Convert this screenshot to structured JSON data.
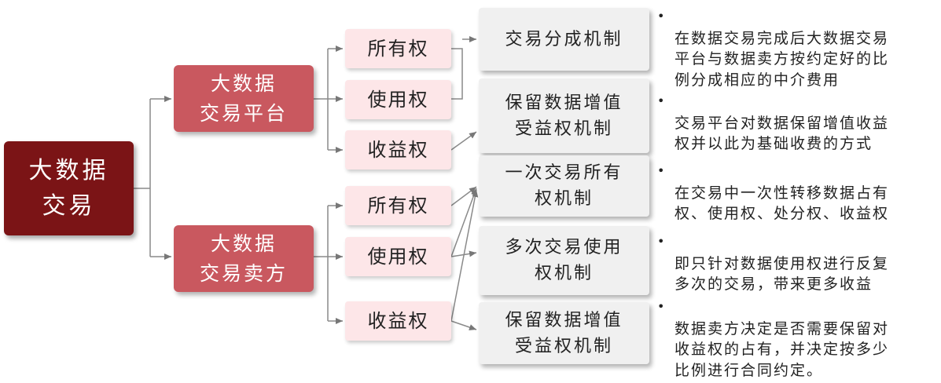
{
  "root": {
    "label": "大数据\n交易"
  },
  "platform": {
    "label": "大数据\n交易平台",
    "rights": [
      "所有权",
      "使用权",
      "收益权"
    ]
  },
  "seller": {
    "label": "大数据\n交易卖方",
    "rights": [
      "所有权",
      "使用权",
      "收益权"
    ]
  },
  "mechanisms": [
    {
      "label": "交易分成机制",
      "desc": "在数据交易完成后大数据交易\n平台与数据卖方按约定好的比\n例分成相应的中介费用"
    },
    {
      "label": "保留数据增值\n受益权机制",
      "desc": "交易平台对数据保留增值收益\n权并以此为基础收费的方式"
    },
    {
      "label": "一次交易所有\n权机制",
      "desc": "在交易中一次性转移数据占有\n权、使用权、处分权、收益权"
    },
    {
      "label": "多次交易使用\n权机制",
      "desc": "即只针对数据使用权进行反复\n多次的交易，带来更多收益"
    },
    {
      "label": "保留数据增值\n受益权机制",
      "desc": "数据卖方决定是否需要保留对\n收益权的占有，并决定按多少\n比例进行合同约定。"
    }
  ],
  "bullet_glyph": "•",
  "colors": {
    "root": "#7b1416",
    "level1": "#c9585f",
    "level2": "#fde6e8",
    "mechanism": "#f0f0f0",
    "line": "#777777"
  }
}
